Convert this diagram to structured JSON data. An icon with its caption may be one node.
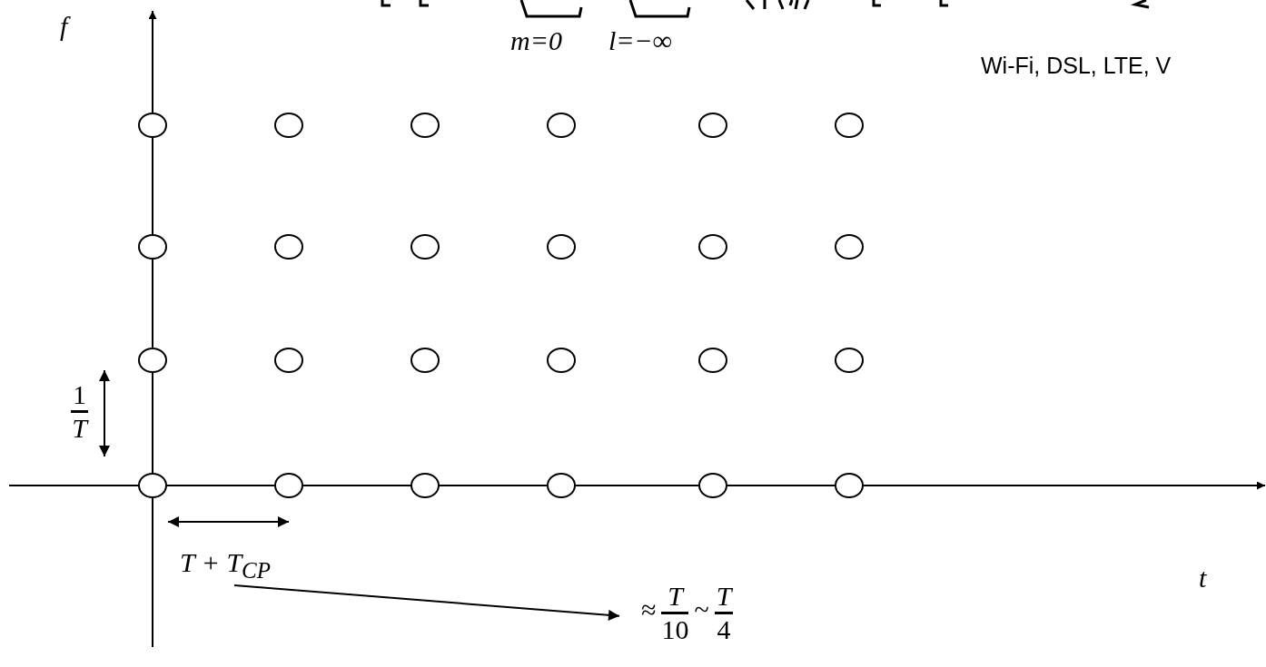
{
  "diagram": {
    "nodes": [
      {
        "text": [
          "T + T$_{CP}$"
        ]
      },
      {
        "text": [
          "≈",
          "T",
          "10",
          "~",
          "T",
          "4"
        ]
      }
    ],
    "edges": [
      {
        "from": 0,
        "to": 1,
        "arrow": "to"
      }
    ],
    "labels": [
      "m=0",
      "l=−∞",
      "Wi-Fi, DSL, LTE, V",
      "f",
      "1",
      "T",
      "t"
    ]
  }
}
